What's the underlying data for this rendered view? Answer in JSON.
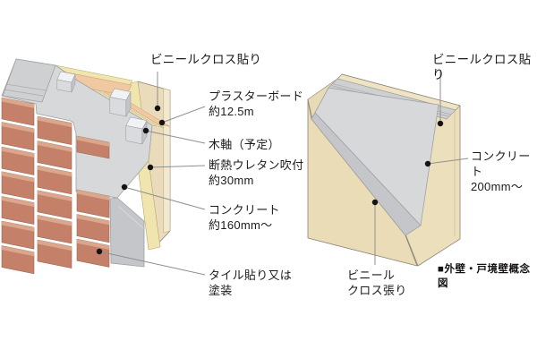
{
  "diagram_type": "wall cross-section concept illustration",
  "caption": "■外壁・戸境壁概念図",
  "left_wall": {
    "name": "外壁 (exterior wall)",
    "labels": {
      "vinyl_cloth": "ビニールクロス貼り",
      "plasterboard": "プラスターボード\n約12.5m",
      "wood_frame": "木軸（予定）",
      "insulation": "断熱ウレタン吹付\n約30mm",
      "concrete": "コンクリート\n約160mm〜",
      "tile_finish": "タイル貼り又は\n塗装"
    }
  },
  "right_wall": {
    "name": "戸境壁 (partition wall)",
    "labels": {
      "vinyl_cloth_top": "ビニールクロス貼り",
      "concrete": "コンクリート\n200mm〜",
      "vinyl_cloth_bottom": "ビニール\nクロス張り"
    }
  },
  "colors": {
    "background": "#ffffff",
    "tile_face": "#c5806a",
    "tile_bevel": "#daa68c",
    "concrete_cut": "#d7d8da",
    "concrete_top": "#ced0d2",
    "concrete_side": "#c5c6c9",
    "insulation_peach": "#f0c8a2",
    "batten_yellow": "#f1e5af",
    "board_cream": "#eadcba",
    "board_edge": "#f2e9d0",
    "leader_line": "#8f8f8f",
    "dot": "#141414",
    "text": "#1d1b1a"
  }
}
